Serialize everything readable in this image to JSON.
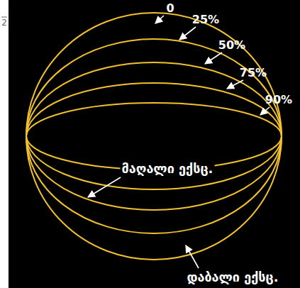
{
  "diagram": {
    "labels": [
      "0",
      "25%",
      "50%",
      "75%",
      "90%",
      "მაღალი ექსც.",
      "დაბალი ექსც.",
      "2"
    ]
  }
}
